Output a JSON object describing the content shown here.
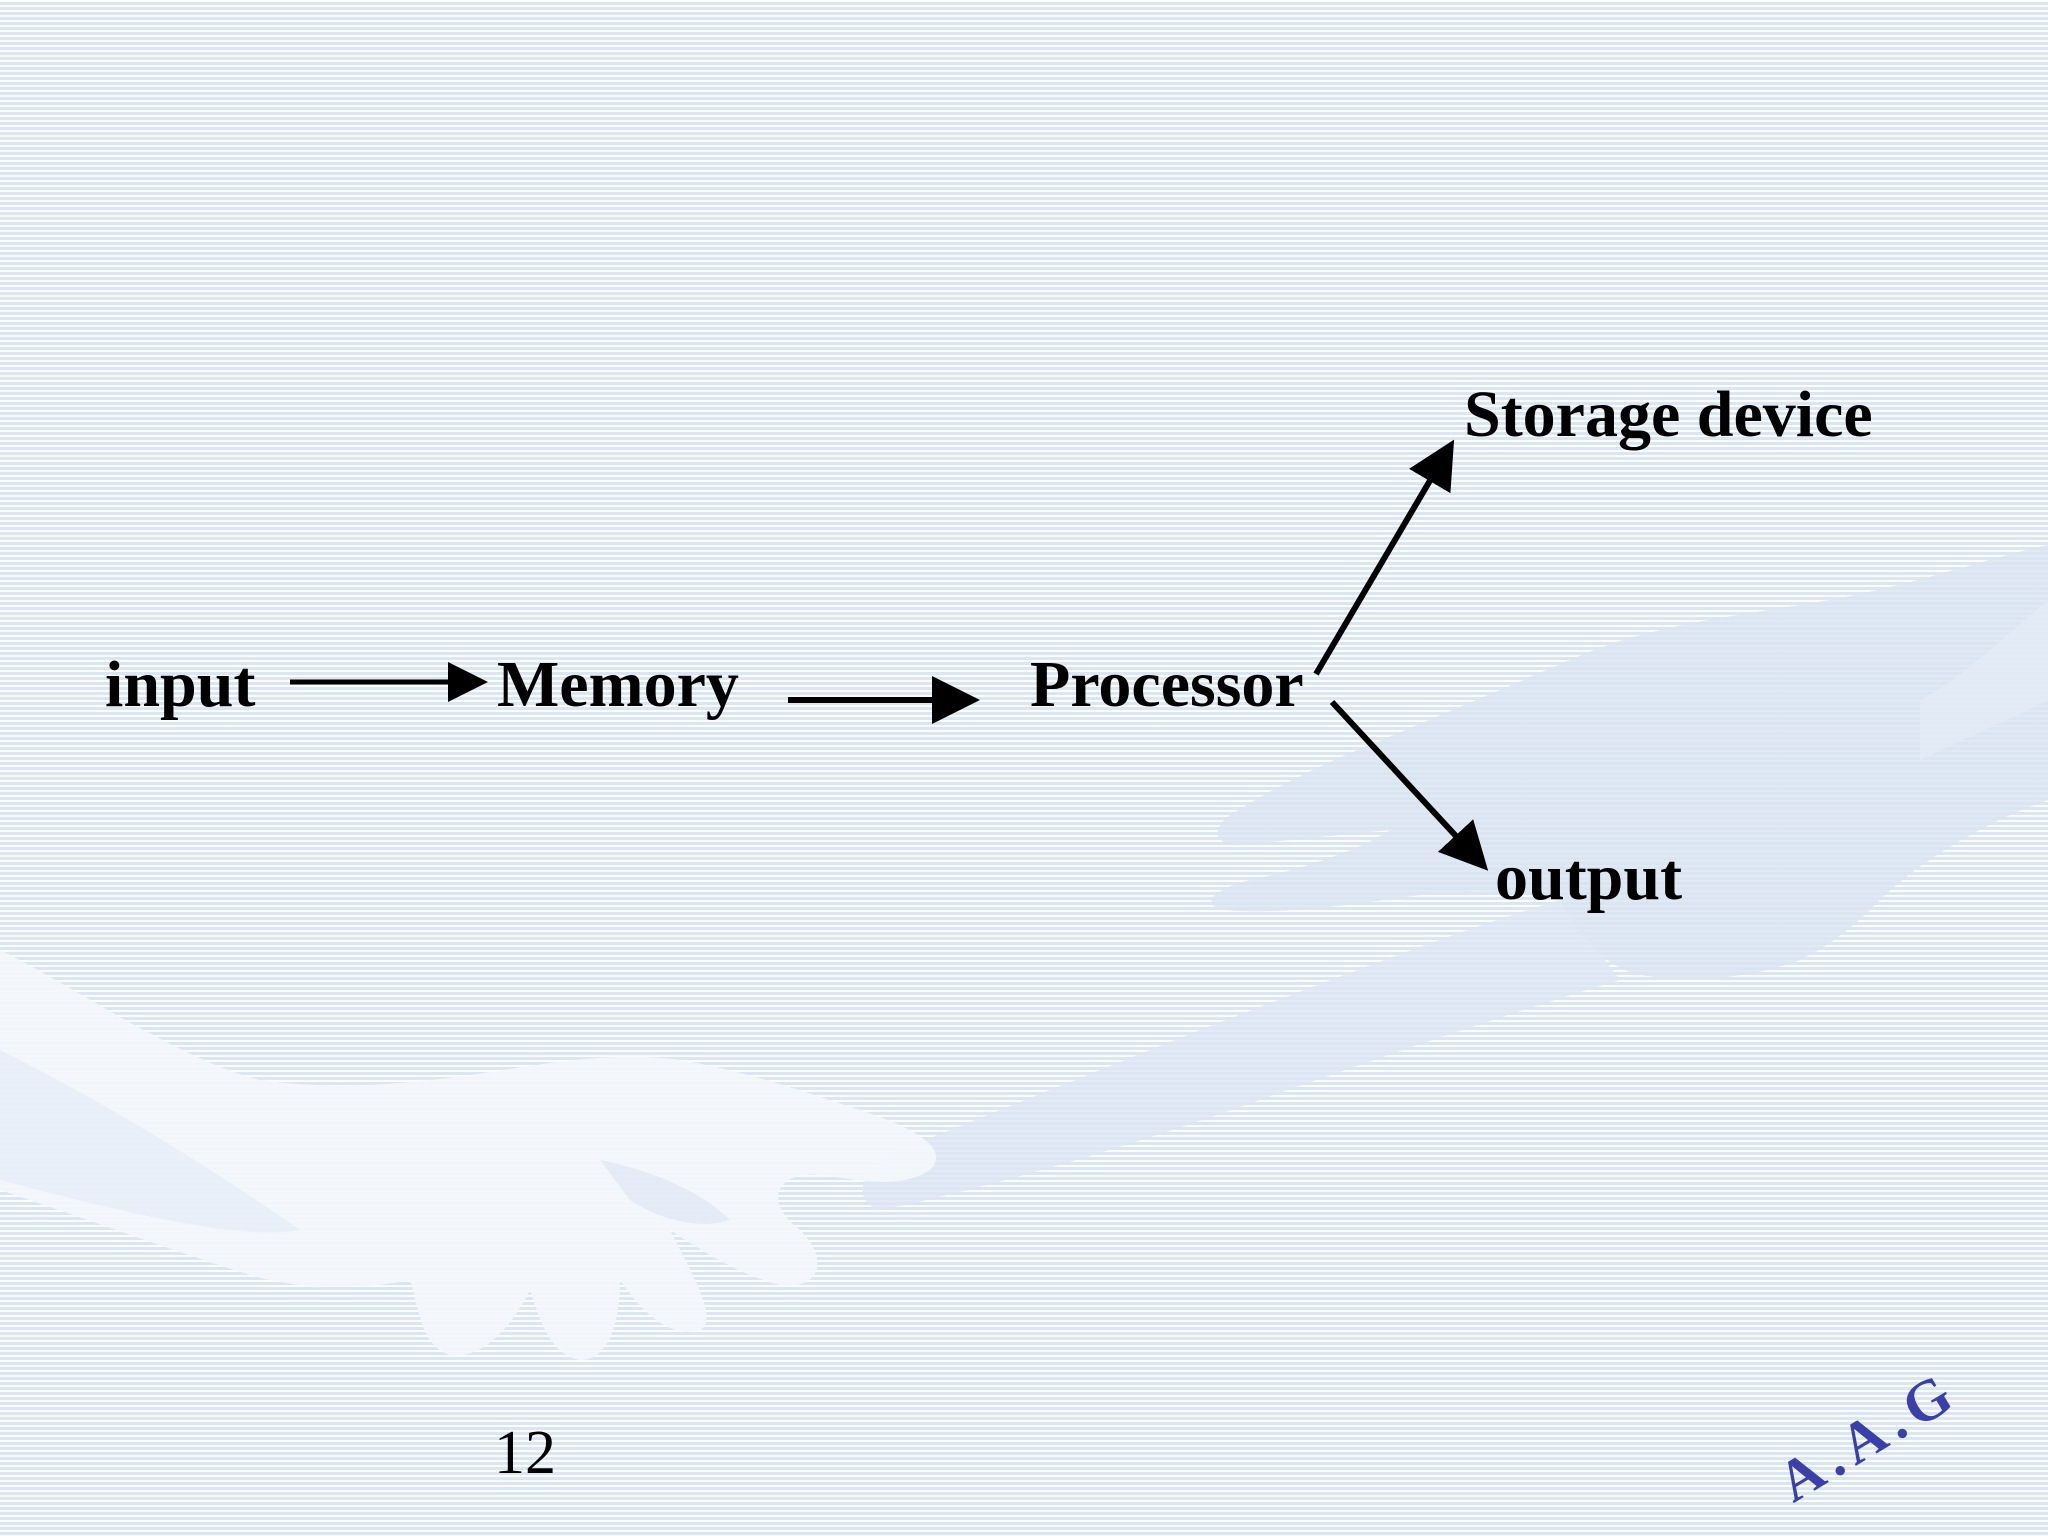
{
  "diagram": {
    "nodes": {
      "input": "input",
      "memory": "Memory",
      "processor": "Processor",
      "storage": "Storage device",
      "output": "output"
    },
    "edges": [
      {
        "from": "input",
        "to": "Memory"
      },
      {
        "from": "Memory",
        "to": "Processor"
      },
      {
        "from": "Processor",
        "to": "Storage device"
      },
      {
        "from": "Processor",
        "to": "output"
      }
    ]
  },
  "footer": {
    "page_number": "12",
    "logo_text": "A.A.G"
  },
  "colors": {
    "text": "#000000",
    "logo": "#3b3fa8",
    "background": "#eef3fa"
  }
}
